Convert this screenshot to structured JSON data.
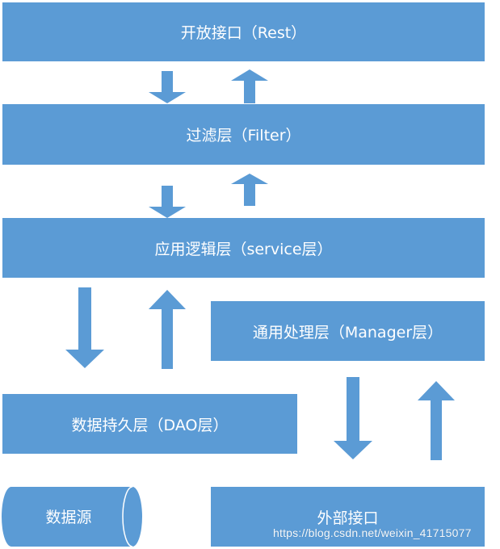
{
  "colors": {
    "box": "#5b9bd5",
    "arrow": "#5b9bd5",
    "text": "#ffffff"
  },
  "boxes": {
    "rest": "开放接口（Rest）",
    "filter": "过滤层（Filter）",
    "service": "应用逻辑层（service层）",
    "manager": "通用处理层（Manager层）",
    "dao": "数据持久层（DAO层）",
    "datasource": "数据源",
    "external": "外部接口"
  },
  "watermark": "https://blog.csdn.net/weixin_41715077"
}
